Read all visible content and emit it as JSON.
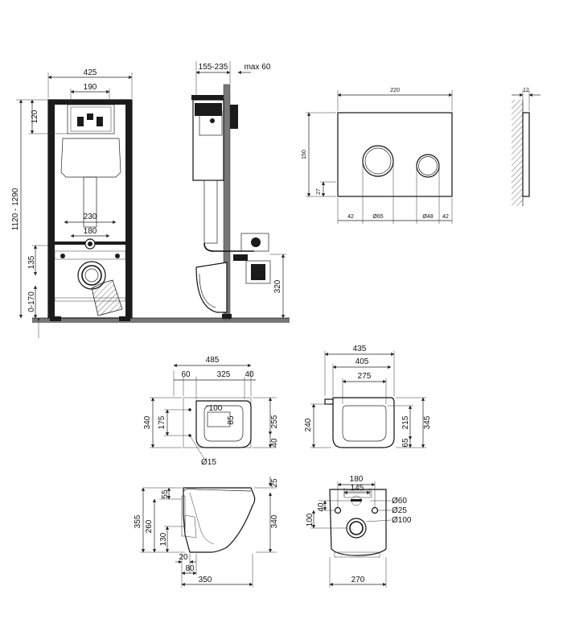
{
  "frame_front": {
    "width": "425",
    "panel_width": "190",
    "top_offset": "120",
    "height_range": "1120 - 1290",
    "pipe_spacing": "230",
    "inlet_spacing": "180",
    "outlet_height": "135",
    "floor_adjust": "0-170"
  },
  "frame_side": {
    "depth_range": "155-235",
    "wall_max": "max 60",
    "outlet_height": "320"
  },
  "flush_plate": {
    "width": "220",
    "height": "150",
    "thickness": "12",
    "button_offset": "27",
    "margin_left": "42",
    "big_button": "Ø65",
    "small_button": "Ø48",
    "margin_right": "42"
  },
  "toilet_top": {
    "width": "485",
    "left_margin": "60",
    "inner_width": "325",
    "right_margin": "40",
    "depth": "340",
    "hole_spacing": "175",
    "seat_width": "100",
    "seat_depth": "85",
    "front_depth": "255",
    "front_offset": "40",
    "hole_diameter": "Ø15"
  },
  "seat_top": {
    "width": "435",
    "inner_width": "405",
    "opening_width": "275",
    "depth": "240",
    "inner_depth": "215",
    "total_depth": "345",
    "rear_offset": "65"
  },
  "toilet_side": {
    "top_gap": "25",
    "rim_height": "55",
    "height": "355",
    "inlet_height": "260",
    "outlet_height": "130",
    "body_height": "340",
    "back_gap": "20",
    "outlet_offset": "80",
    "length": "350"
  },
  "toilet_back": {
    "bolt_spacing": "180",
    "inlet_spacing": "145",
    "inlet_offset": "40",
    "bolt_height": "100",
    "inlet_diameter": "Ø60",
    "bolt_diameter": "Ø25",
    "outlet_diameter": "Ø100",
    "width": "270"
  }
}
